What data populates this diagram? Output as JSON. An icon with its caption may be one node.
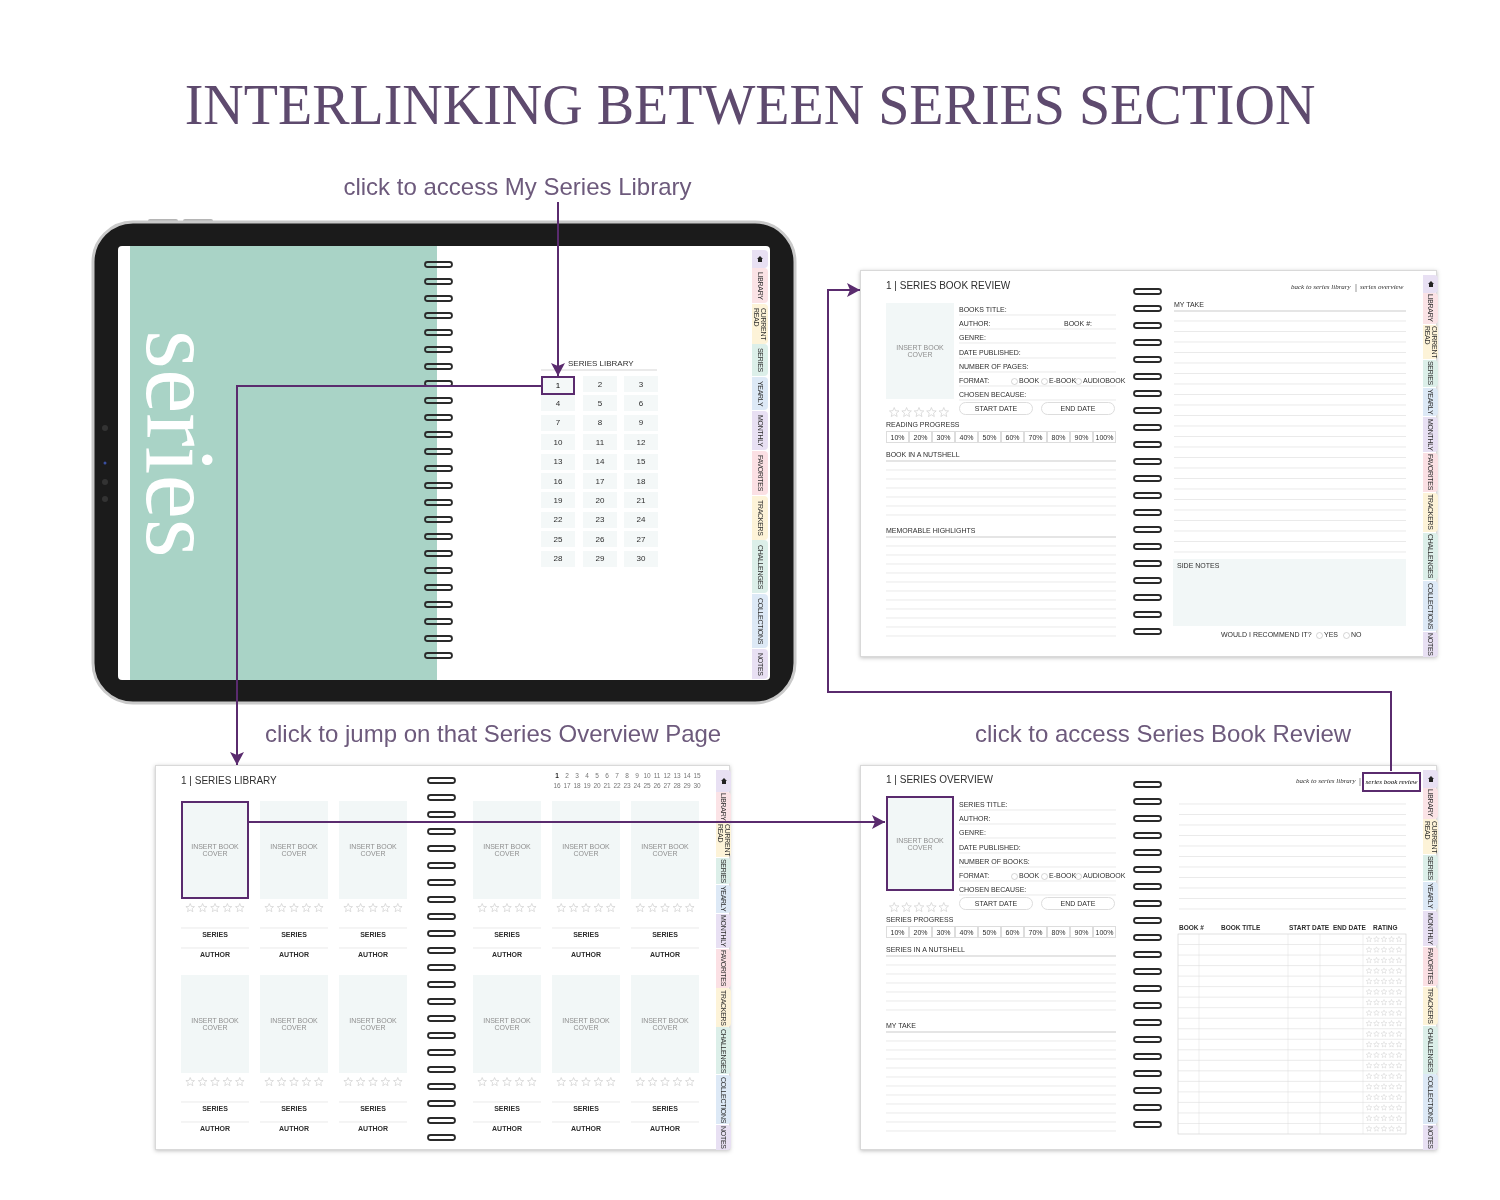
{
  "diagram": {
    "title": "INTERLINKING BETWEEN SERIES SECTION",
    "nodes": [
      {
        "text": [
          "click to access My Series Library"
        ]
      },
      {
        "text": [
          "series",
          "SERIES LIBRARY"
        ]
      },
      {
        "text": [
          "1"
        ],
        "in": 1
      },
      {
        "text": [
          "1 | SERIES LIBRARY"
        ]
      },
      {
        "text": [
          "INSERT BOOK COVER"
        ],
        "in": 3
      },
      {
        "text": [
          "1 | SERIES OVERVIEW"
        ]
      },
      {
        "text": [
          "INSERT BOOK COVER"
        ],
        "in": 5
      },
      {
        "text": [
          "series book review"
        ],
        "in": 5
      },
      {
        "text": [
          "1 | SERIES BOOK REVIEW"
        ]
      }
    ],
    "edges": [
      {
        "from": 0,
        "to": 2,
        "arrow": "to"
      },
      {
        "from": 2,
        "to": 3,
        "arrow": "to"
      },
      {
        "from": 4,
        "to": 6,
        "arrow": "to"
      },
      {
        "from": 7,
        "to": 8,
        "arrow": "to"
      }
    ],
    "labels": [
      "2",
      "3",
      "4",
      "5",
      "6",
      "7",
      "8",
      "9",
      "10",
      "11",
      "12",
      "13",
      "14",
      "15",
      "16",
      "17",
      "18",
      "19",
      "20",
      "21",
      "22",
      "23",
      "24",
      "25",
      "26",
      "27",
      "28",
      "29",
      "30",
      "LIBRARY",
      "CURRENT READ",
      "SERIES",
      "YEARLY",
      "MONTHLY",
      "FAVORITES",
      "TRACKERS",
      "CHALLENGES",
      "COLLECTIONS",
      "NOTES",
      "INSERT BOOK COVER",
      "BOOKS TITLE:",
      "AUTHOR:",
      "BOOK #:",
      "GENRE:",
      "DATE PUBLISHED:",
      "NUMBER OF PAGES:",
      "FORMAT:",
      "BOOK",
      "E-BOOK",
      "AUDIOBOOK",
      "CHOSEN BECAUSE:",
      "START DATE",
      "END DATE",
      "READING PROGRESS",
      "10%",
      "20%",
      "30%",
      "40%",
      "50%",
      "60%",
      "70%",
      "80%",
      "90%",
      "100%",
      "BOOK IN A NUTSHELL",
      "MEMORABLE HIGHLIGHTS",
      "back to series library",
      "series overview",
      "MY TAKE",
      "SIDE NOTES",
      "WOULD I RECOMMEND IT?",
      "YES",
      "NO",
      "LIBRARY",
      "CURRENT READ",
      "SERIES",
      "YEARLY",
      "MONTHLY",
      "FAVORITES",
      "TRACKERS",
      "CHALLENGES",
      "COLLECTIONS",
      "NOTES",
      "click to jump on that Series Overview Page",
      "click to access Series Book Review",
      "1",
      "2",
      "3",
      "4",
      "5",
      "6",
      "7",
      "8",
      "9",
      "10",
      "11",
      "12",
      "13",
      "14",
      "15",
      "16",
      "17",
      "18",
      "19",
      "20",
      "21",
      "22",
      "23",
      "24",
      "25",
      "26",
      "27",
      "28",
      "29",
      "30",
      "INSERT BOOK COVER",
      "INSERT BOOK COVER",
      "INSERT BOOK COVER",
      "INSERT BOOK COVER",
      "INSERT BOOK COVER",
      "SERIES",
      "SERIES",
      "SERIES",
      "SERIES",
      "SERIES",
      "SERIES",
      "AUTHOR",
      "AUTHOR",
      "AUTHOR",
      "AUTHOR",
      "AUTHOR",
      "AUTHOR",
      "INSERT BOOK COVER",
      "INSERT BOOK COVER",
      "INSERT BOOK COVER",
      "INSERT BOOK COVER",
      "INSERT BOOK COVER",
      "INSERT BOOK COVER",
      "SERIES",
      "SERIES",
      "SERIES",
      "SERIES",
      "SERIES",
      "SERIES",
      "AUTHOR",
      "AUTHOR",
      "AUTHOR",
      "AUTHOR",
      "AUTHOR",
      "AUTHOR",
      "LIBRARY",
      "CURRENT READ",
      "SERIES",
      "YEARLY",
      "MONTHLY",
      "FAVORITES",
      "TRACKERS",
      "CHALLENGES",
      "COLLECTIONS",
      "NOTES",
      "SERIES TITLE:",
      "AUTHOR:",
      "GENRE:",
      "DATE PUBLISHED:",
      "NUMBER OF BOOKS:",
      "FORMAT:",
      "BOOK",
      "E-BOOK",
      "AUDIOBOOK",
      "CHOSEN BECAUSE:",
      "START DATE",
      "END DATE",
      "SERIES PROGRESS",
      "10%",
      "20%",
      "30%",
      "40%",
      "50%",
      "60%",
      "70%",
      "80%",
      "90%",
      "100%",
      "SERIES IN A NUTSHELL",
      "MY TAKE",
      "back to series library",
      "BOOK #",
      "BOOK TITLE",
      "START DATE",
      "END DATE",
      "RATING",
      "LIBRARY",
      "CURRENT READ",
      "SERIES",
      "YEARLY",
      "MONTHLY",
      "FAVORITES",
      "TRACKERS",
      "CHALLENGES",
      "COLLECTIONS",
      "NOTES"
    ]
  }
}
